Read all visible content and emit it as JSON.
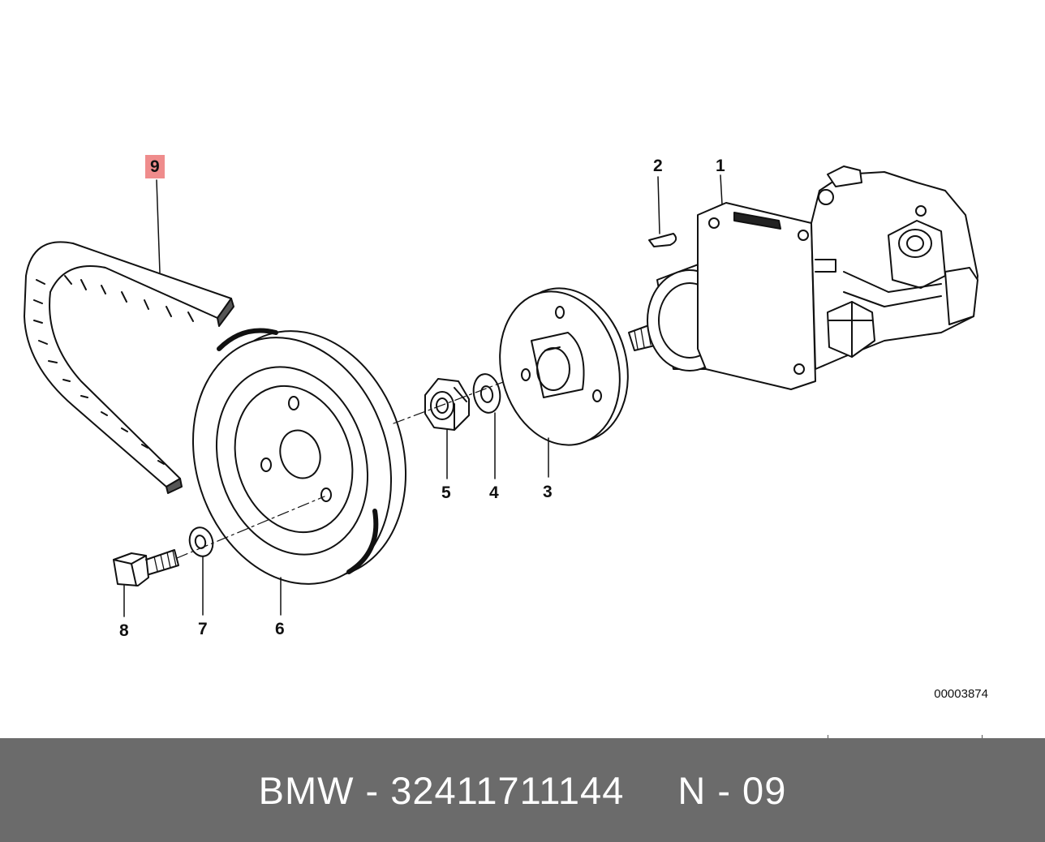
{
  "callouts": {
    "c1": "1",
    "c2": "2",
    "c3": "3",
    "c4": "4",
    "c5": "5",
    "c6": "6",
    "c7": "7",
    "c8": "8",
    "c9": "9"
  },
  "highlight_color": "#ef8c8c",
  "doc_number": "00003874",
  "footer": {
    "part": "BMW - 32411711144",
    "position": "N - 09"
  },
  "footer_color": "#6b6b6b"
}
